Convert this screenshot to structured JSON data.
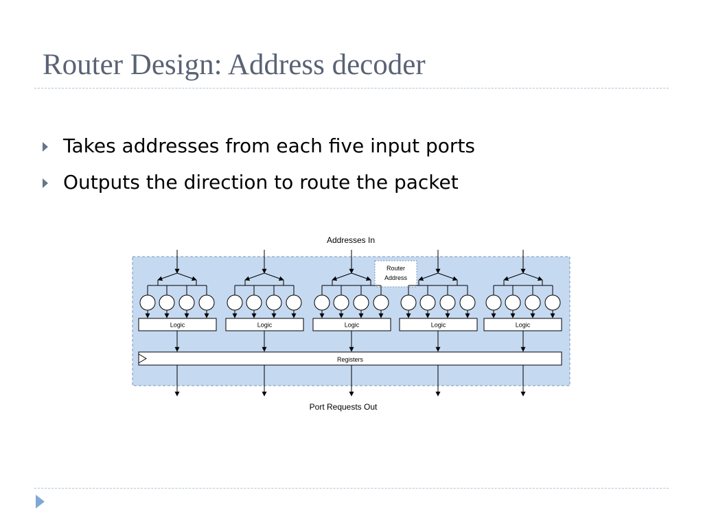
{
  "slide": {
    "title": "Router Design: Address decoder",
    "bullets": [
      "Takes addresses from each five input ports",
      "Outputs the direction to route the packet"
    ]
  },
  "diagram": {
    "input_label": "Addresses In",
    "output_label": "Port Requests Out",
    "router_address_label": [
      "Router",
      "Address"
    ],
    "logic_label": "Logic",
    "registers_label": "Registers",
    "port_count": 5,
    "comparators_per_port": 4,
    "colors": {
      "panel_fill": "#c5d9f1",
      "panel_border": "#7f97b4",
      "line": "#000000",
      "title": "#5a6374",
      "bullet_icon": "#64768a",
      "nav_arrow": "#7fa9d3"
    }
  }
}
